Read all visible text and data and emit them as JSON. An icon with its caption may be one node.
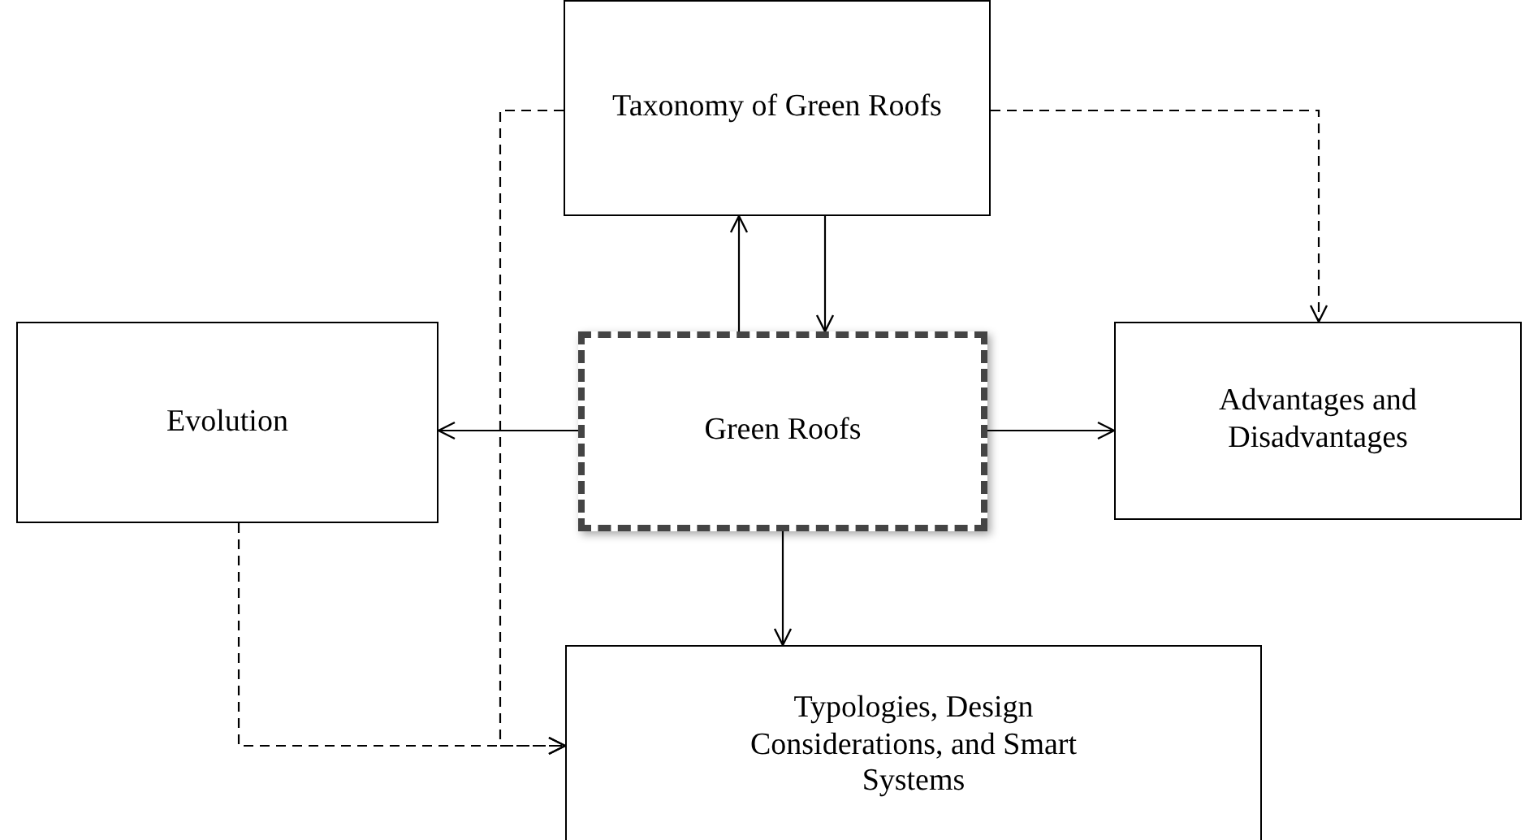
{
  "diagram": {
    "nodes": [
      {
        "text": [
          "Taxonomy of Green Roofs"
        ]
      },
      {
        "text": [
          "Evolution"
        ]
      },
      {
        "text": [
          "Green Roofs"
        ]
      },
      {
        "text": [
          "Advantages and Disadvantages"
        ]
      },
      {
        "text": [
          "Typologies, Design Considerations, and Smart Systems"
        ]
      }
    ],
    "edges": [
      {
        "from": 2,
        "to": 0,
        "arrow": "to"
      },
      {
        "from": 0,
        "to": 2,
        "arrow": "to"
      },
      {
        "from": 0,
        "to": 3,
        "arrow": "to",
        "style": "dashed"
      },
      {
        "from": 0,
        "to": 4,
        "arrow": "to",
        "style": "dashed"
      },
      {
        "from": 2,
        "to": 1,
        "arrow": "to"
      },
      {
        "from": 2,
        "to": 3,
        "arrow": "to"
      },
      {
        "from": 2,
        "to": 4,
        "arrow": "to"
      },
      {
        "from": 1,
        "to": 4,
        "arrow": "to",
        "style": "dashed"
      }
    ]
  }
}
